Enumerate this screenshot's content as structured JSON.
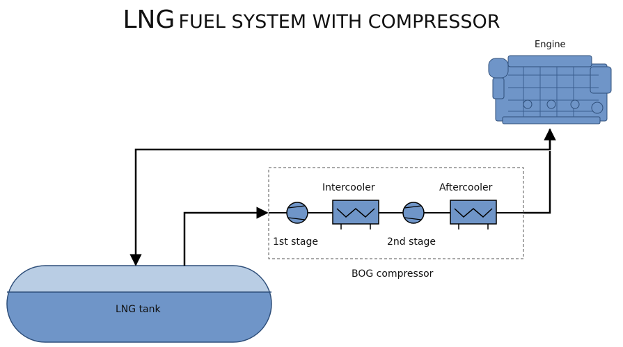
{
  "title": {
    "prefix": "LNG",
    "rest": "FUEL SYSTEM WITH COMPRESSOR"
  },
  "labels": {
    "engine": "Engine",
    "intercooler": "Intercooler",
    "aftercooler": "Aftercooler",
    "stage1": "1st stage",
    "stage2": "2nd stage",
    "compressor": "BOG compressor",
    "tank": "LNG tank"
  },
  "colors": {
    "equipment_fill": "#6f95c8",
    "equipment_stroke": "#2f4f7a",
    "tank_top": "#b9cde4",
    "tank_bottom": "#6f95c8",
    "pipe": "#000000",
    "dashed_box": "#555555"
  }
}
